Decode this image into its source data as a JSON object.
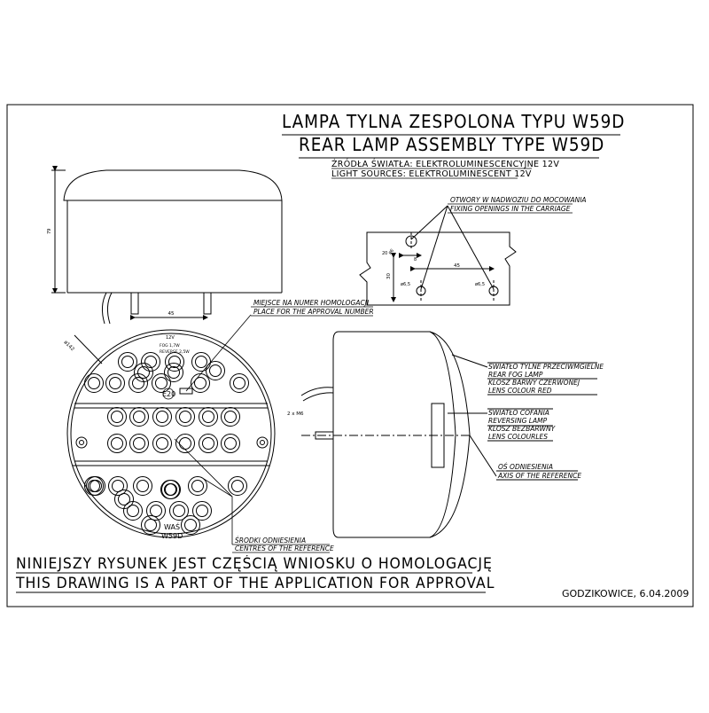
{
  "title": {
    "line1": "LAMPA TYLNA ZESPOLONA TYPU W59D",
    "line2": "REAR LAMP ASSEMBLY TYPE W59D",
    "light_sources_pl": "ŹRÓDŁA ŚWIATŁA: ELEKTROLUMINESCENCYJNE 12V",
    "light_sources_en": "LIGHT SOURCES: ELEKTROLUMINESCENT 12V"
  },
  "side_view": {
    "height_dim": "79",
    "stud_spacing_dim": "45"
  },
  "fixing_detail": {
    "label_pl": "OTWORY W NADWOZIU DO MOCOWANIA",
    "label_en": "FIXING OPENINGS IN THE CARRIAGE",
    "dim_45": "45",
    "dim_30": "30",
    "dim_8": "8",
    "dim_20": "20",
    "hole_left": "ø6,5",
    "hole_right": "ø6,5",
    "hole_top": "ø6"
  },
  "front_view": {
    "diameter": "ø142",
    "approval_pl": "MIEJSCE NA NUMER HOMOLOGACJI",
    "approval_en": "PLACE FOR THE APPROVAL NUMBER",
    "voltage": "12V",
    "fog_rating": "FOG 1,7W",
    "reverse_rating": "REVERSE 2,5W",
    "approval_mark": "E20",
    "maker_mark": "WAŚ",
    "type_mark": "W59D",
    "centres_pl": "ŚRODKI ODNIESIENIA",
    "centres_en": "CENTRES OF THE REFERENCE"
  },
  "profile_view": {
    "studs": "2 x M6",
    "fog_pl": "ŚWIATŁO TYLNE PRZECIWMGIELNE",
    "fog_en": "REAR FOG LAMP",
    "fog_lens_pl": "KLOSZ BARWY CZERWONEJ",
    "fog_lens_en": "LENS COLOUR RED",
    "rev_pl": "ŚWIATŁO COFANIA",
    "rev_en": "REVERSING LAMP",
    "rev_lens_pl": "KLOSZ BEZBARWNY",
    "rev_lens_en": "LENS COLOURLES",
    "axis_pl": "OŚ ODNIESIENIA",
    "axis_en": "AXIS OF THE REFERENCE"
  },
  "footer": {
    "line1": "NINIEJSZY RYSUNEK JEST CZĘŚCIĄ WNIOSKU O HOMOLOGACJĘ",
    "line2": "THIS DRAWING IS A PART OF THE APPLICATION FOR APPROVAL",
    "place_date": "GODZIKOWICE, 6.04.2009"
  }
}
